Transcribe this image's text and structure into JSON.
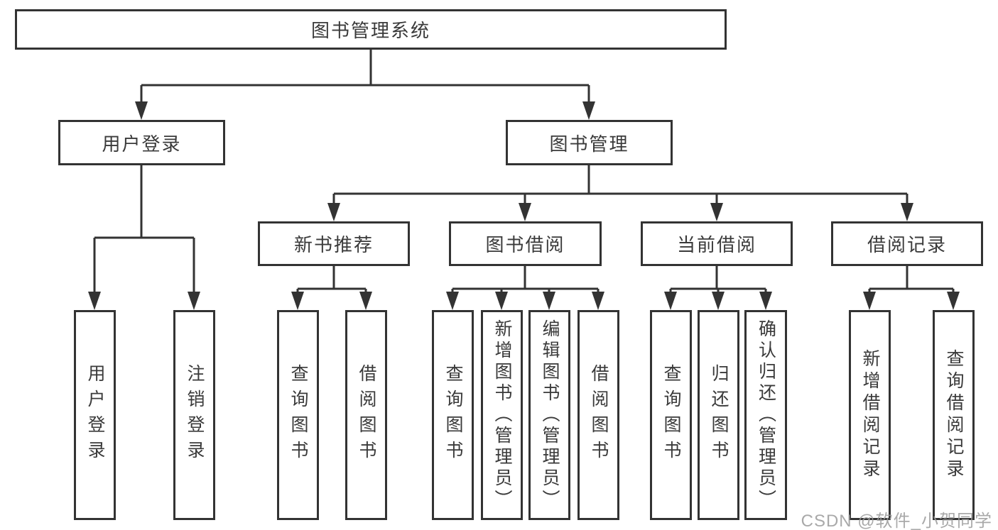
{
  "nodes": {
    "root": {
      "label": "图书管理系统"
    },
    "user_login": {
      "label": "用户登录",
      "children": [
        {
          "label": "用户登录"
        },
        {
          "label": "注销登录"
        }
      ]
    },
    "book_mgmt": {
      "label": "图书管理",
      "groups": [
        {
          "label": "新书推荐",
          "children": [
            {
              "label": "查询图书"
            },
            {
              "label": "借阅图书"
            }
          ]
        },
        {
          "label": "图书借阅",
          "children": [
            {
              "label": "查询图书"
            },
            {
              "label": "新增图书（管理员）"
            },
            {
              "label": "编辑图书（管理员）"
            },
            {
              "label": "借阅图书"
            }
          ]
        },
        {
          "label": "当前借阅",
          "children": [
            {
              "label": "查询图书"
            },
            {
              "label": "归还图书"
            },
            {
              "label": "确认归还（管理员）"
            }
          ]
        },
        {
          "label": "借阅记录",
          "children": [
            {
              "label": "新增借阅记录"
            },
            {
              "label": "查询借阅记录"
            }
          ]
        }
      ]
    }
  },
  "watermark": {
    "text": "CSDN @软件_小贺同学"
  },
  "colors": {
    "line": "#333333",
    "box_border": "#333333",
    "box_fill": "#ffffff",
    "text": "#3a3a3a",
    "watermark": "#9b9b9b"
  }
}
